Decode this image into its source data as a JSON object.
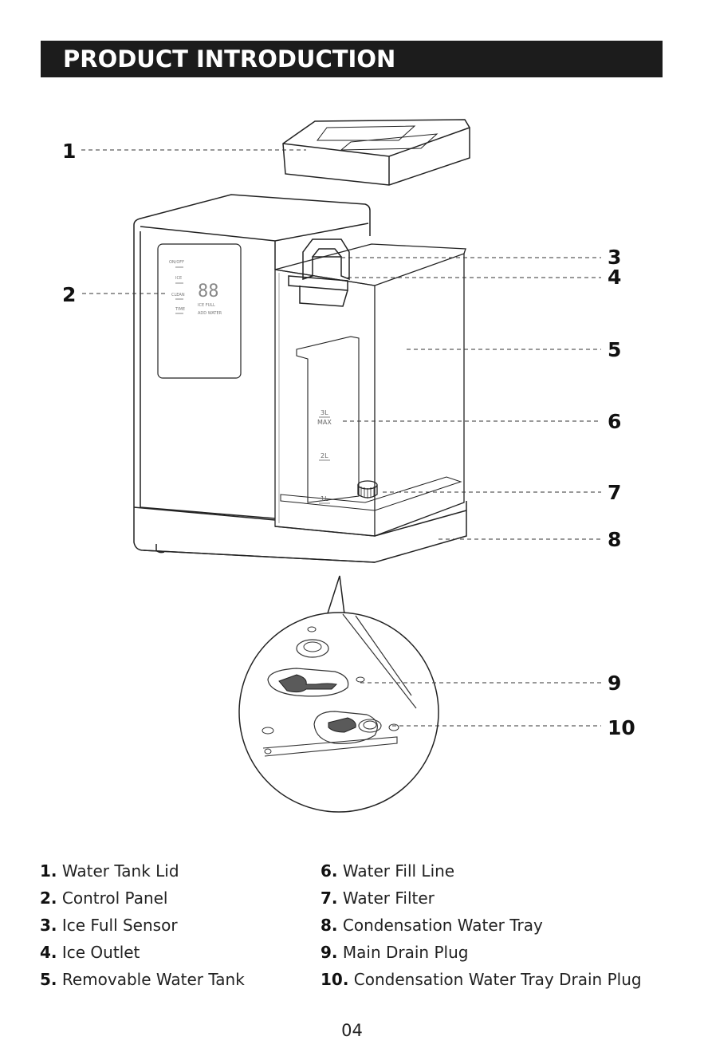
{
  "header": {
    "title": "PRODUCT INTRODUCTION"
  },
  "callouts": [
    "1",
    "2",
    "3",
    "4",
    "5",
    "6",
    "7",
    "8",
    "9",
    "10"
  ],
  "control_panel": {
    "buttons": [
      "ON/OFF",
      "ICE",
      "CLEAN",
      "TIME"
    ],
    "display": "88",
    "indicators": [
      "ICE FULL",
      "ADD WATER"
    ]
  },
  "tank_scale": {
    "max_number": "3L",
    "max_word": "MAX",
    "mid": "2L",
    "low": "1L"
  },
  "legend": {
    "left": [
      {
        "num": "1.",
        "label": "Water Tank Lid"
      },
      {
        "num": "2.",
        "label": "Control Panel"
      },
      {
        "num": "3.",
        "label": "Ice Full Sensor"
      },
      {
        "num": "4.",
        "label": "Ice Outlet"
      },
      {
        "num": "5.",
        "label": "Removable Water Tank"
      }
    ],
    "right": [
      {
        "num": "6.",
        "label": "Water Fill Line"
      },
      {
        "num": "7.",
        "label": "Water Filter"
      },
      {
        "num": "8.",
        "label": "Condensation Water Tray"
      },
      {
        "num": "9.",
        "label": "Main Drain Plug"
      },
      {
        "num": "10.",
        "label": "Condensation Water Tray Drain Plug"
      }
    ]
  },
  "page_number": "04"
}
